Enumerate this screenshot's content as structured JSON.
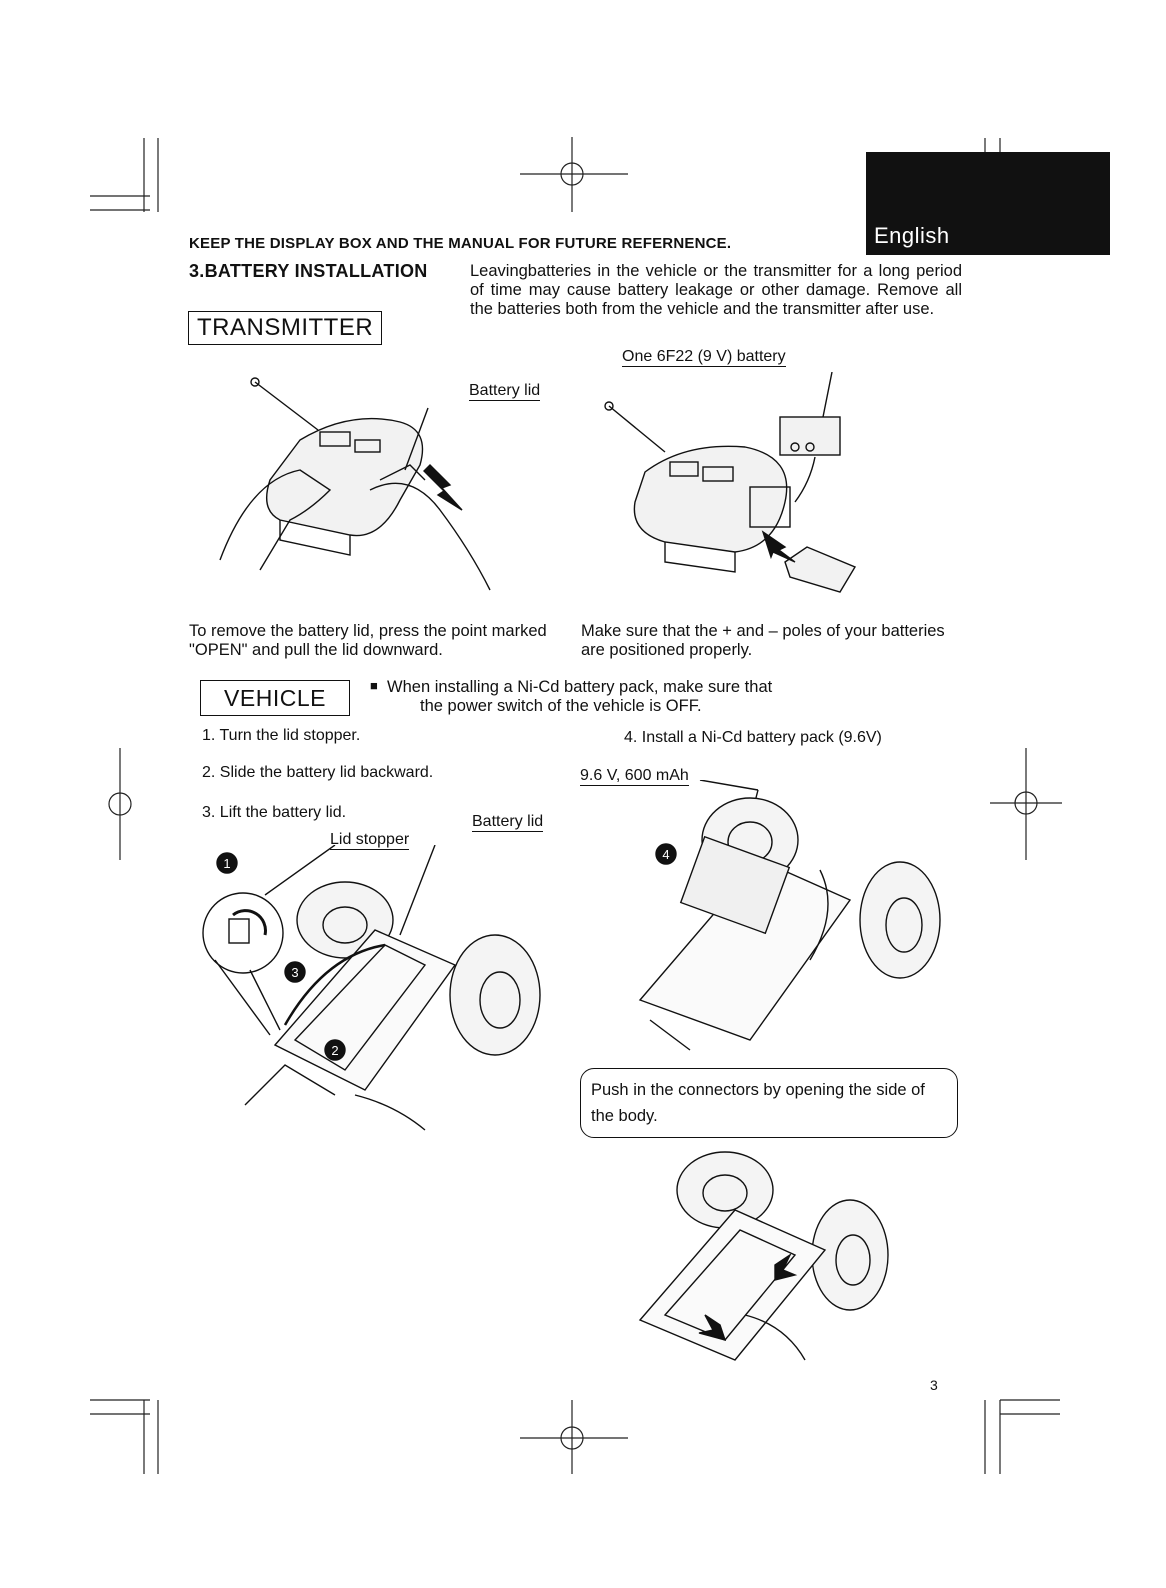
{
  "header": {
    "language_tab": "English",
    "keep_notice": "KEEP THE DISPLAY BOX AND THE MANUAL FOR FUTURE REFERNENCE."
  },
  "section": {
    "title": "3.BATTERY INSTALLATION",
    "intro": "Leavingbatteries in the vehicle or the transmitter for a long period of time may cause battery leakage or other damage. Remove all the batteries both from the vehicle and the transmitter after use."
  },
  "transmitter": {
    "label": "TRANSMITTER",
    "callout_battery_lid": "Battery lid",
    "callout_battery": "One 6F22 (9 V) battery",
    "caption_left": "To remove the battery lid, press the point marked \"OPEN\" and pull the lid downward.",
    "caption_right": "Make sure that the + and – poles of your batteries are positioned properly."
  },
  "vehicle": {
    "label": "VEHICLE",
    "bullet": "When installing a Ni-Cd battery pack, make sure that the power switch of the vehicle is OFF.",
    "bullet_line1": "When installing a Ni-Cd battery pack, make sure that",
    "bullet_line2": "the power switch of the vehicle is OFF.",
    "steps": [
      "1. Turn the lid stopper.",
      "2. Slide the battery lid backward.",
      "3. Lift the battery lid.",
      "4. Install a Ni-Cd battery pack (9.6V)"
    ],
    "callout_lid_stopper": "Lid stopper",
    "callout_battery_lid": "Battery lid",
    "callout_pack": "9.6 V, 600 mAh",
    "connector_note": "Push in the connectors by opening the side of the body.",
    "step_markers": [
      "1",
      "2",
      "3",
      "4"
    ]
  },
  "footer": {
    "page_number": "3"
  }
}
